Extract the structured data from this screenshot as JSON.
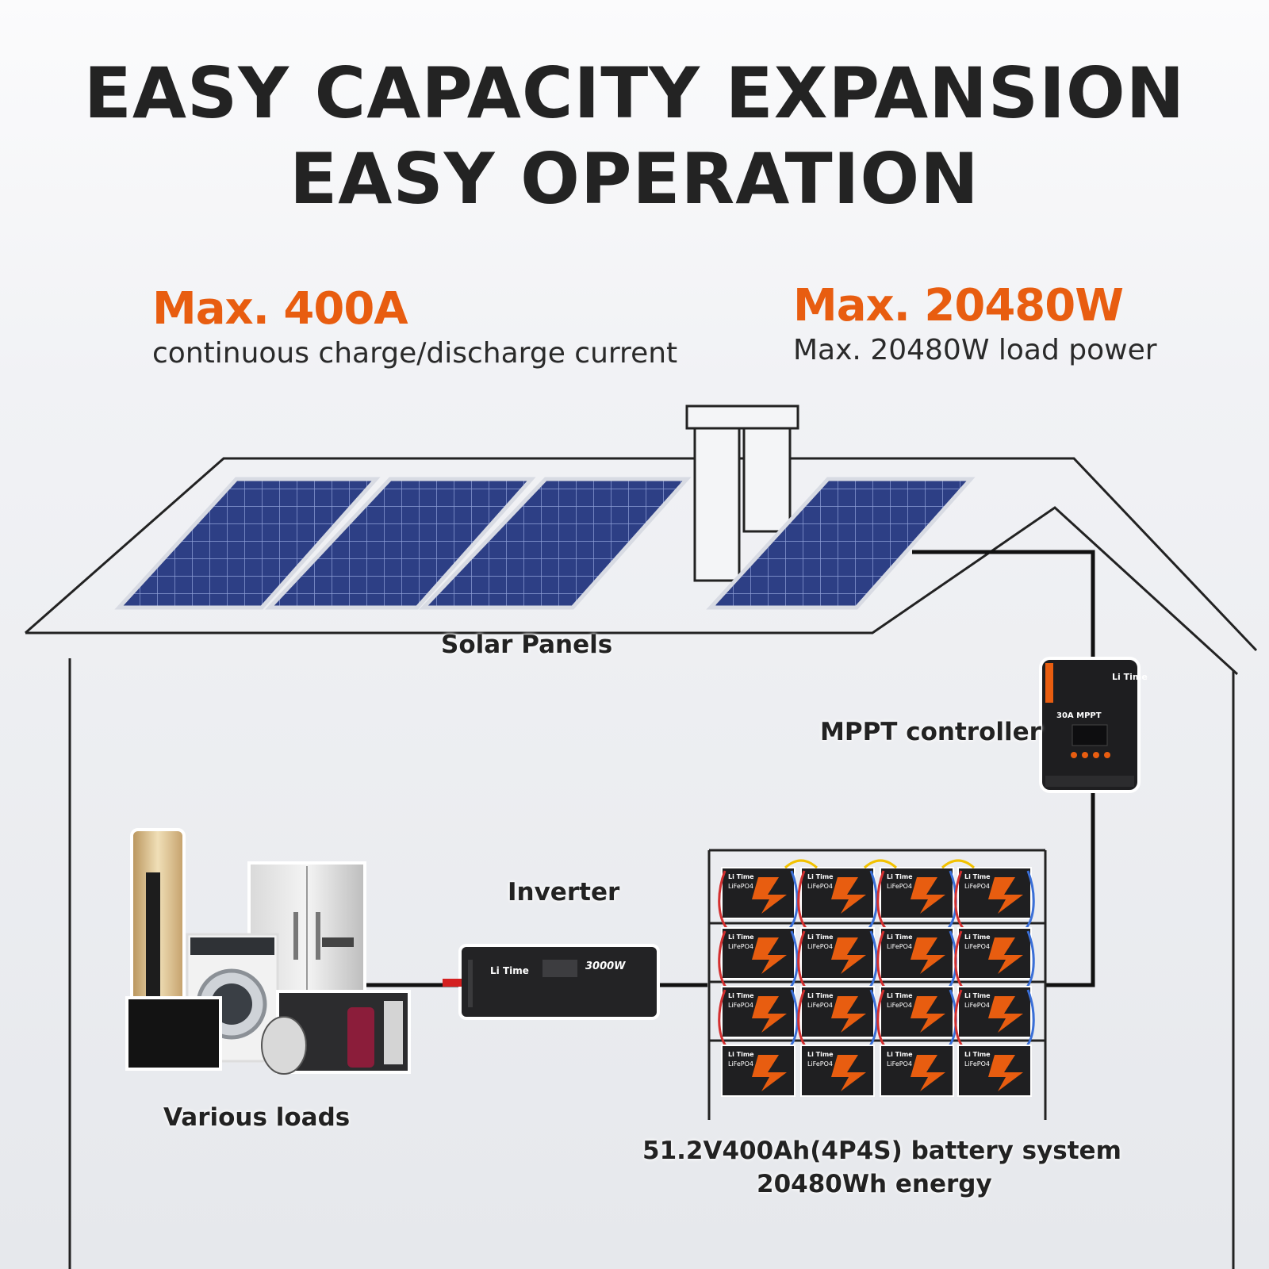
{
  "headline": {
    "line1": "EASY CAPACITY EXPANSION",
    "line2": "EASY OPERATION"
  },
  "stats": [
    {
      "value": "Max. 400A",
      "description": "continuous charge/discharge current"
    },
    {
      "value": "Max. 20480W",
      "description": "Max. 20480W load power"
    }
  ],
  "components": {
    "solar": "Solar Panels",
    "mppt": "MPPT controller",
    "inverter": "Inverter",
    "loads": "Various loads",
    "battery_line1": "51.2V400Ah(4P4S) battery system",
    "battery_line2": "20480Wh energy"
  },
  "device_text": {
    "brand": "Li Time",
    "mppt_model": "30A MPPT",
    "inverter_model": "3000W",
    "battery_chem": "LiFePO4"
  },
  "colors": {
    "accent": "#e85d10",
    "panel_blue": "#2c3e82",
    "outline": "#222222"
  }
}
